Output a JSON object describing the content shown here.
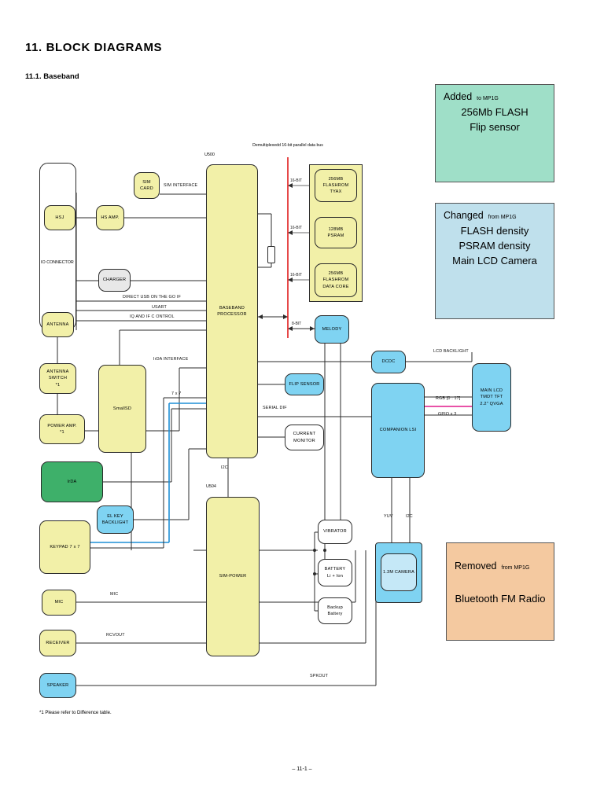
{
  "page": {
    "title": "11.  BLOCK  DIAGRAMS",
    "section": "11.1.  Baseband",
    "footnote": "*1 Please refer to Difference table.",
    "footer": "– 11-1 –"
  },
  "legend": {
    "added": {
      "head": "Added",
      "head_sub": "to MP1G",
      "lines": [
        "256Mb FLASH",
        "Flip sensor"
      ],
      "color": "#9fdfc8"
    },
    "changed": {
      "head": "Changed",
      "head_sub": "from MP1G",
      "lines": [
        "FLASH density",
        "PSRAM density",
        "Main LCD Camera"
      ],
      "color": "#bfe0ec"
    },
    "removed": {
      "head": "Removed",
      "head_sub": "from MP1G",
      "lines": [
        "Bluetooth FM Radio"
      ],
      "color": "#f4c9a0"
    }
  },
  "blocks": {
    "io_connector": "IO CONNECTOR",
    "hsj": "HSJ",
    "hs_amp": "HS AMP.",
    "sim_card": [
      "SIM",
      "CARD"
    ],
    "charger": "CHARGER",
    "antenna": "ANTENNA",
    "antenna_switch": [
      "ANTENNA",
      "SWITCH",
      "*1"
    ],
    "power_amp": [
      "POWER  AMP.",
      "*1"
    ],
    "irda": "IrDA",
    "smallsd": "SmallSD",
    "el_key_backlight": [
      "EL KEY",
      "BACKLIGHT"
    ],
    "keypad": "KEYPAD  7 x 7",
    "mic": "MIC",
    "receiver": "RECEIVER",
    "speaker": "SPEAKER",
    "baseband_processor": [
      "BASEBAND",
      "PROCESSOR"
    ],
    "baseband_id": "U500",
    "sim_power": "SIM-POWER",
    "sim_power_id": "U504",
    "flash_tyax": [
      "256MB",
      "FLASHROM",
      "TYAX"
    ],
    "psram": [
      "128MB",
      "PSRAM"
    ],
    "flash_data_core": [
      "256MB",
      "FLASHROM",
      "DATA  CORE"
    ],
    "melody": "MELODY",
    "flip_sensor": "FLIP SENSOR",
    "current_monitor": [
      "CURRENT",
      "MONITOR"
    ],
    "dcdc": "DCDC",
    "companion_lsi": "COMPANION LSI",
    "main_lcd": [
      "MAIN  LCD",
      "TMDT TFT",
      "2.2\" QVGA"
    ],
    "camera_outer": "",
    "camera": "1.3M CAMERA",
    "vibrator": "VIBRATOR",
    "battery": [
      "BATTERY",
      "Li + Ion"
    ],
    "backup_battery": [
      "Backup",
      "Battery"
    ]
  },
  "wire_labels": {
    "sim_interface": "SIM INTERFACE",
    "direct_usb": "DIRECT USB ON THE GO IF",
    "usart": "USART",
    "iq_ifc_control": "IQ  AND  IF C ONTROL",
    "irda_interface": "IrDA INTERFACE",
    "seven_by_seven": "7 x 7",
    "serial_dif": "SERIAL DIF",
    "i2c_bottom": "I2C",
    "bus_caption_line1": "Demultiplexedd 16-bit",
    "bus_caption_line2": "parallel data bus",
    "bit16_a": "16-BIT",
    "bit16_b": "16-BIT",
    "bit16_c": "16-BIT",
    "bit8": "8-BIT",
    "lcd_backlight": "LCD BACKLIGHT",
    "rgb": "RGB [0 : 17]",
    "gpio": "GPIO x 3",
    "yuv": "YUV",
    "i2c_cam": "I2C",
    "mic": "MIC",
    "rcvout": "RCVOUT",
    "spkout": "SPKOUT"
  },
  "colors": {
    "yellow": "#f2f0a8",
    "blue": "#7fd3f2",
    "light_blue": "#c5e8f7",
    "green": "#3eb06a",
    "bus_red": "#e01b1b",
    "wire": "#2b2b2b",
    "keypad_blue_wire": "#1f8fd6",
    "rgb_magenta": "#e0198c"
  }
}
